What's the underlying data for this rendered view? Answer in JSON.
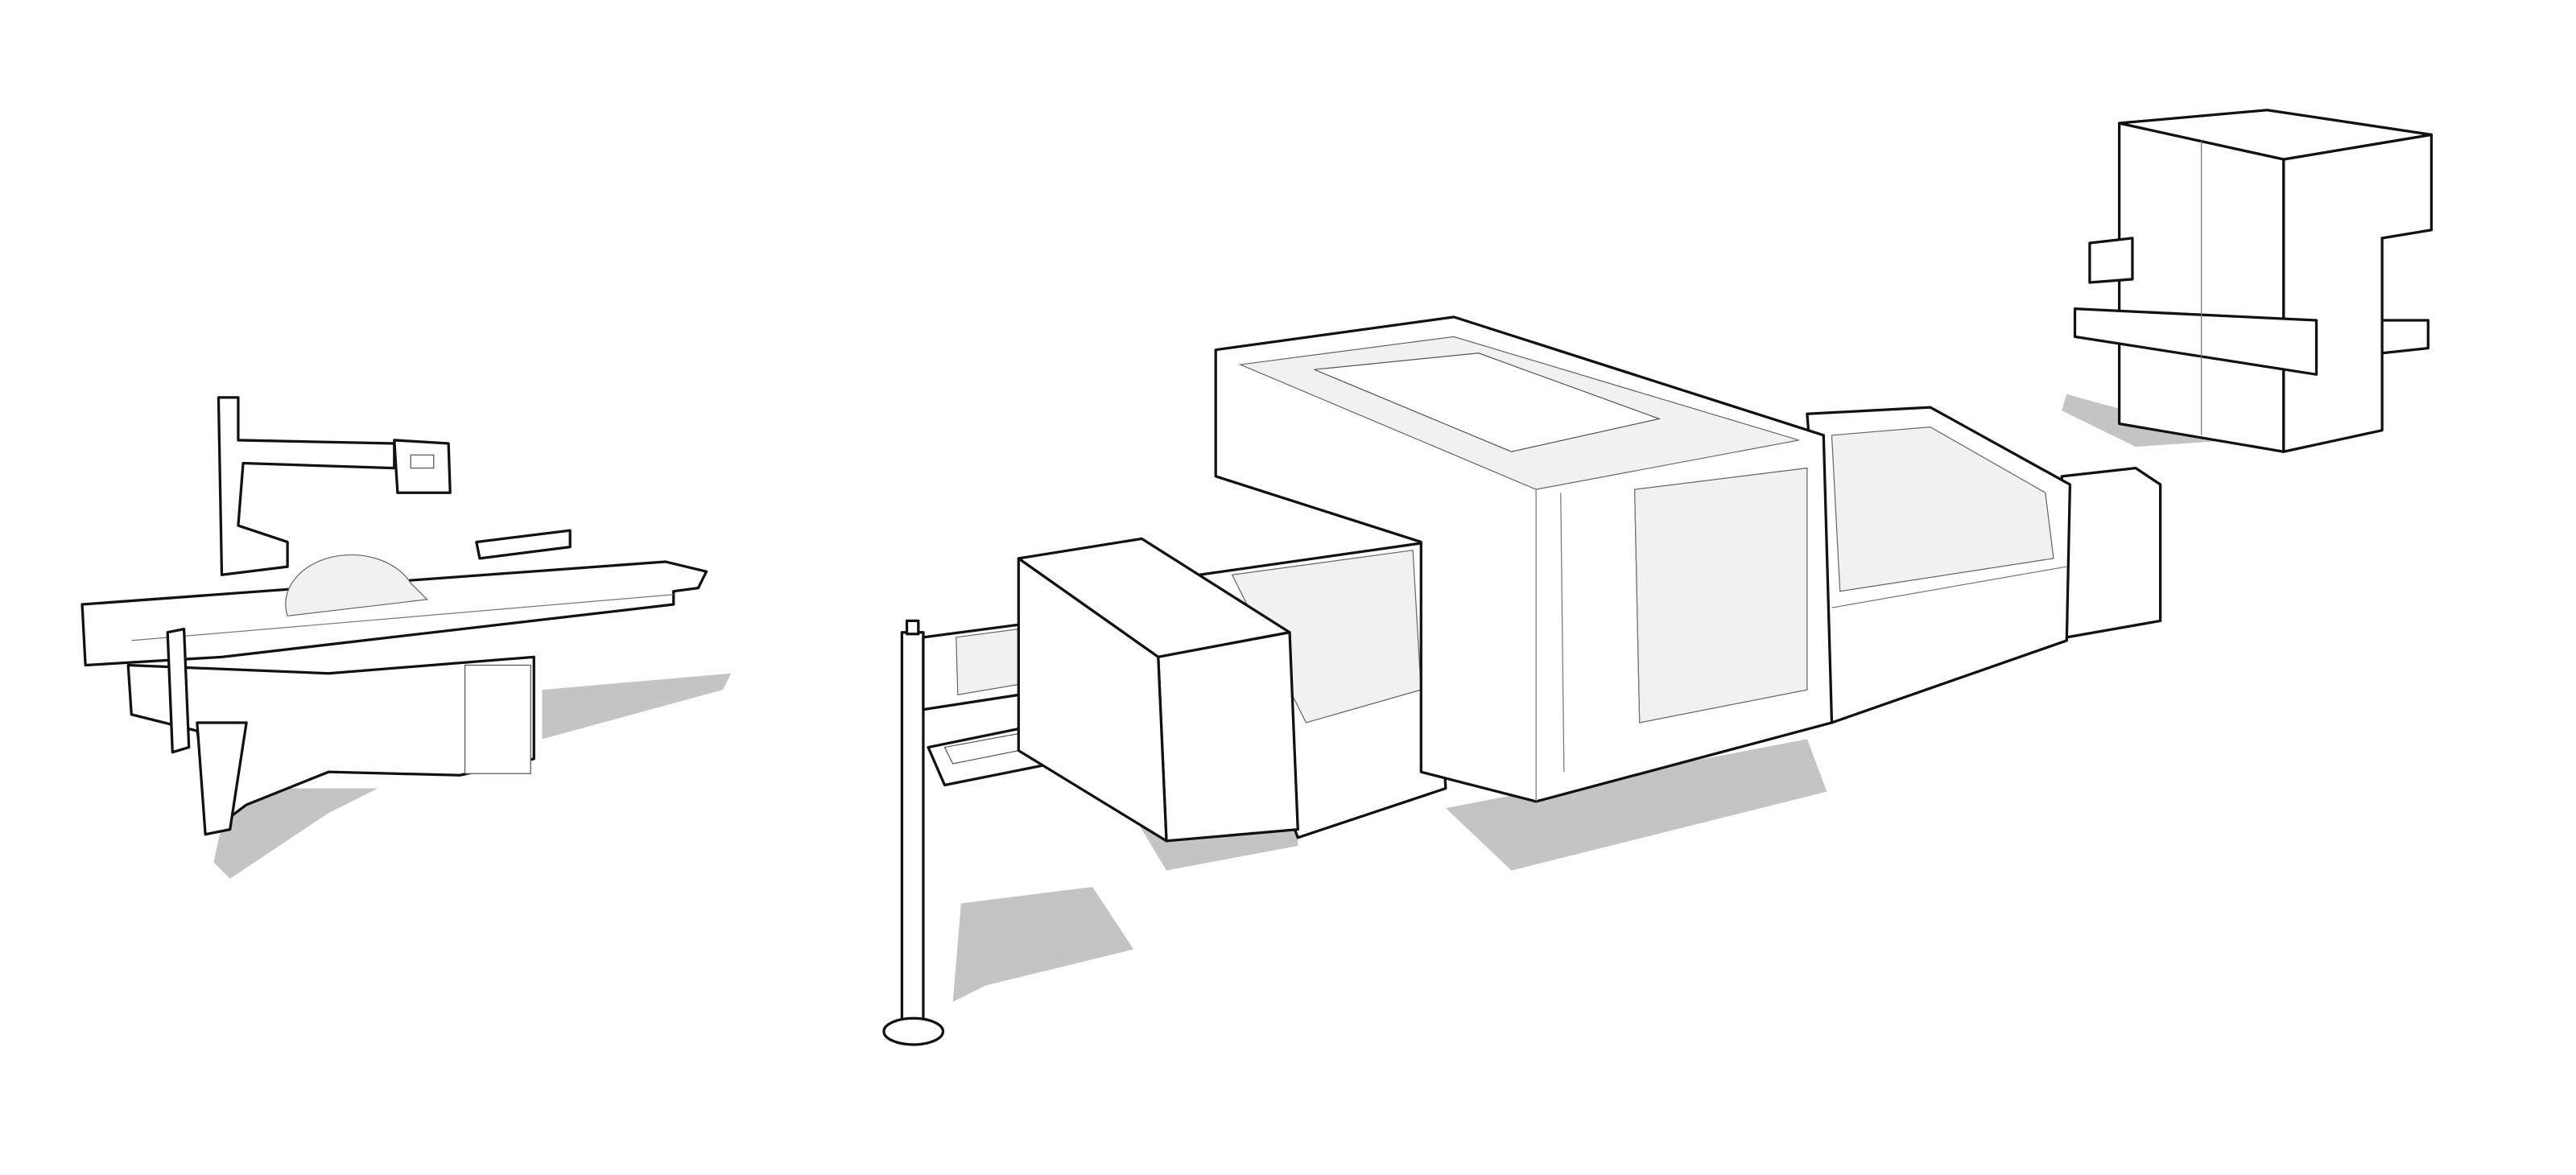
{
  "colors": {
    "background": "#ffffff",
    "outline": "#111111",
    "shadow": "#c4c4c4",
    "surface": "#ffffff",
    "inner_surface": "#f1f1f1"
  },
  "objects": [
    {
      "id": "panel-saw",
      "icon": "panel-saw-illustration"
    },
    {
      "id": "control-terminal",
      "icon": "control-terminal-illustration"
    },
    {
      "id": "cnc-machining-center",
      "icon": "cnc-machine-illustration"
    },
    {
      "id": "wide-belt-sander",
      "icon": "sander-illustration"
    }
  ]
}
